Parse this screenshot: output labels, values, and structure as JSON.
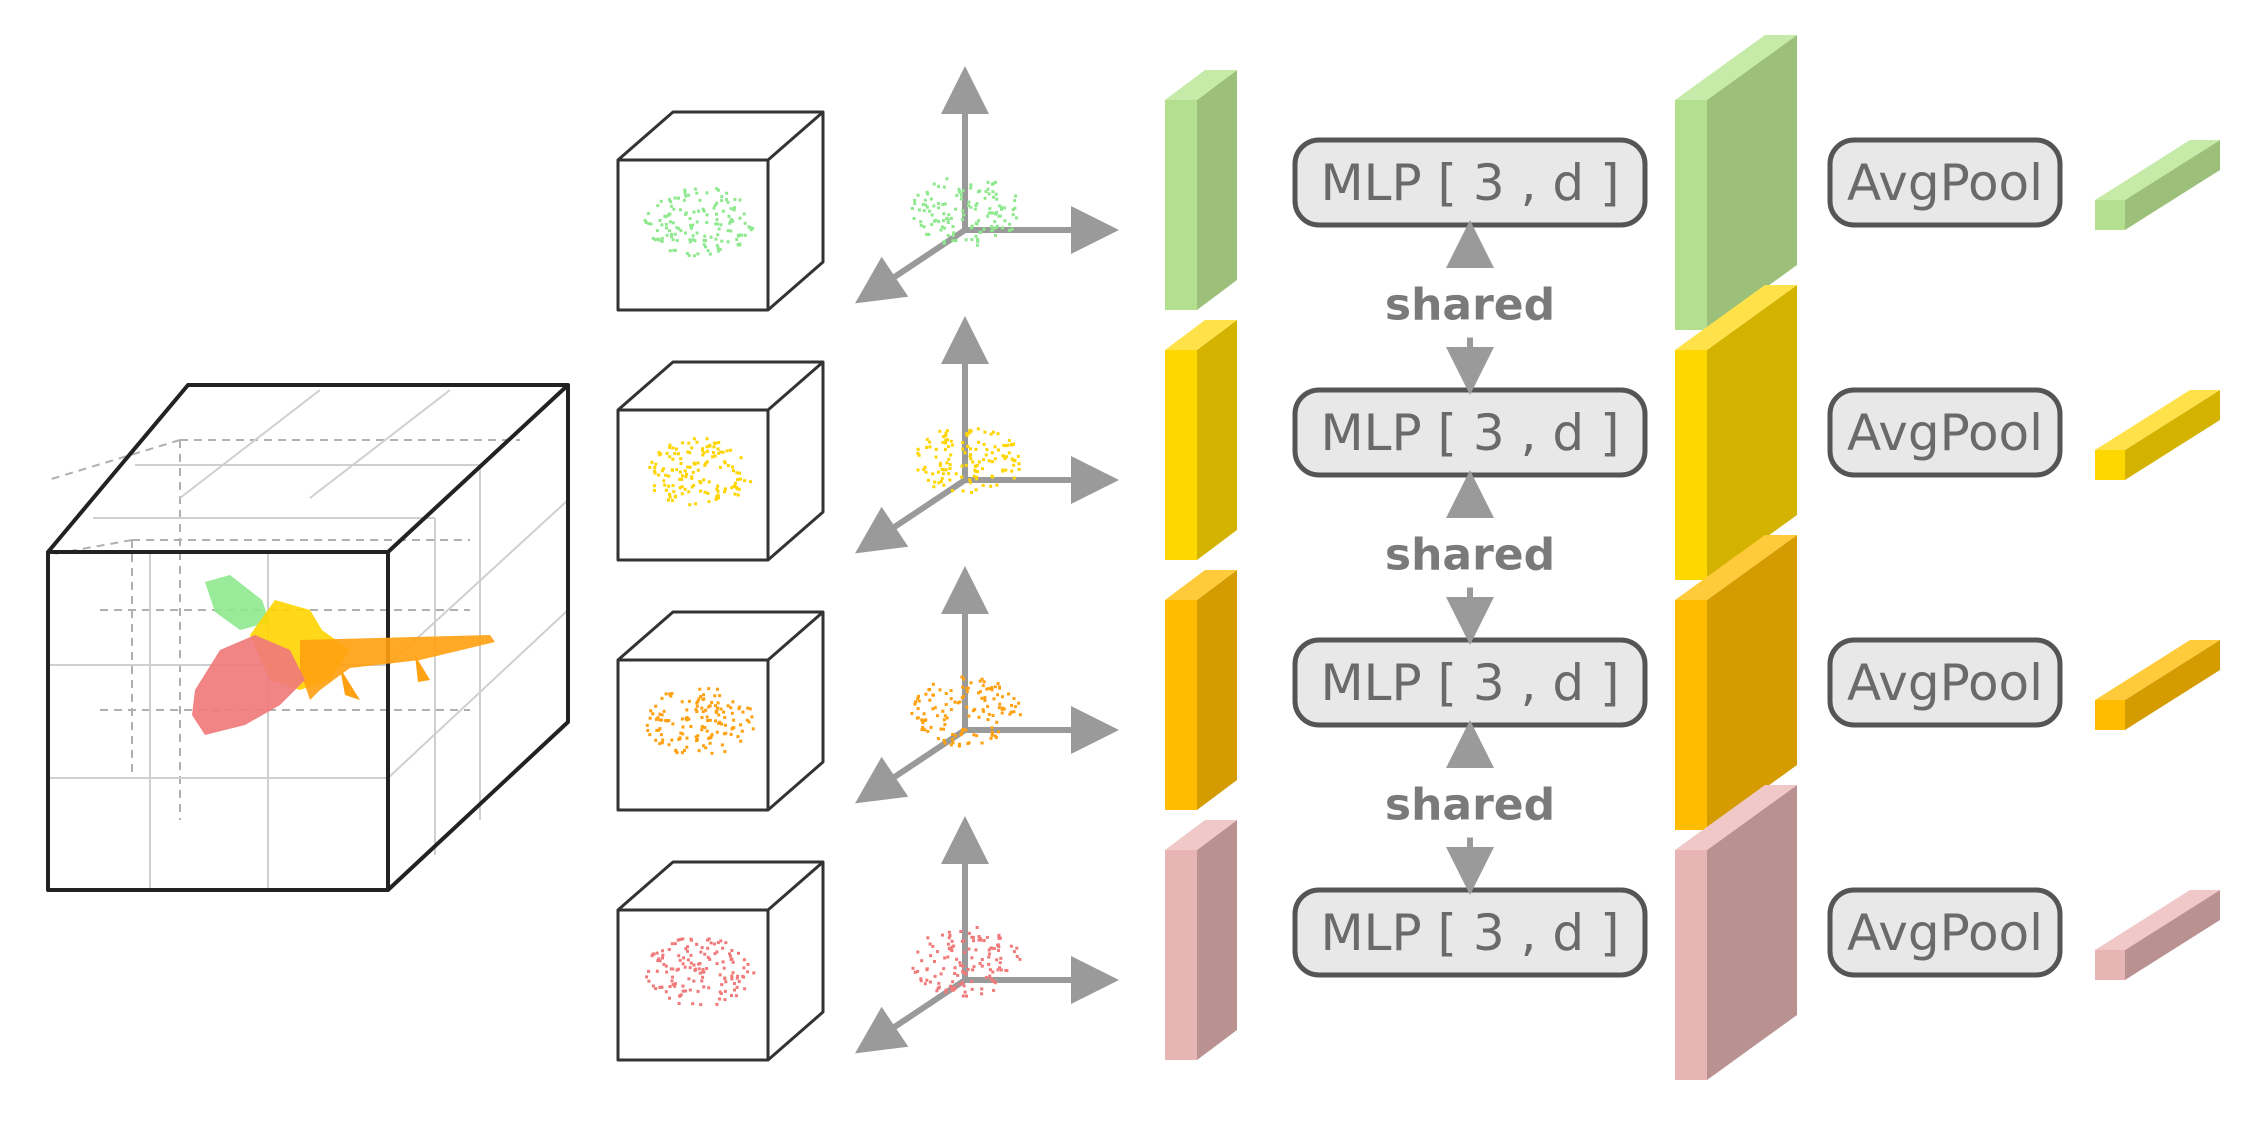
{
  "rows": [
    {
      "id": "green",
      "mlp_label": "MLP [ 3 , d ]",
      "pool_label": "AvgPool"
    },
    {
      "id": "yellow",
      "mlp_label": "MLP [ 3 , d ]",
      "pool_label": "AvgPool"
    },
    {
      "id": "orange",
      "mlp_label": "MLP [ 3 , d ]",
      "pool_label": "AvgPool"
    },
    {
      "id": "pink",
      "mlp_label": "MLP [ 3 , d ]",
      "pool_label": "AvgPool"
    }
  ],
  "shared_labels": [
    "shared",
    "shared",
    "shared"
  ],
  "colors": {
    "green": {
      "front": "#b3df8e",
      "side": "#9cc07a",
      "top": "#c6eaa8",
      "points": "#8ee88e"
    },
    "yellow": {
      "front": "#ffd700",
      "side": "#d4b300",
      "top": "#ffe24a",
      "points": "#ffd500"
    },
    "orange": {
      "front": "#ffbc00",
      "side": "#d49c00",
      "top": "#ffcb3a",
      "points": "#ffa010"
    },
    "pink": {
      "front": "#e8b5b5",
      "side": "#b99191",
      "top": "#f0c8c8",
      "points": "#f07a7a"
    },
    "arrow": "#9a9a9a",
    "box_fill": "#e8e8e8",
    "box_stroke": "#555555"
  }
}
